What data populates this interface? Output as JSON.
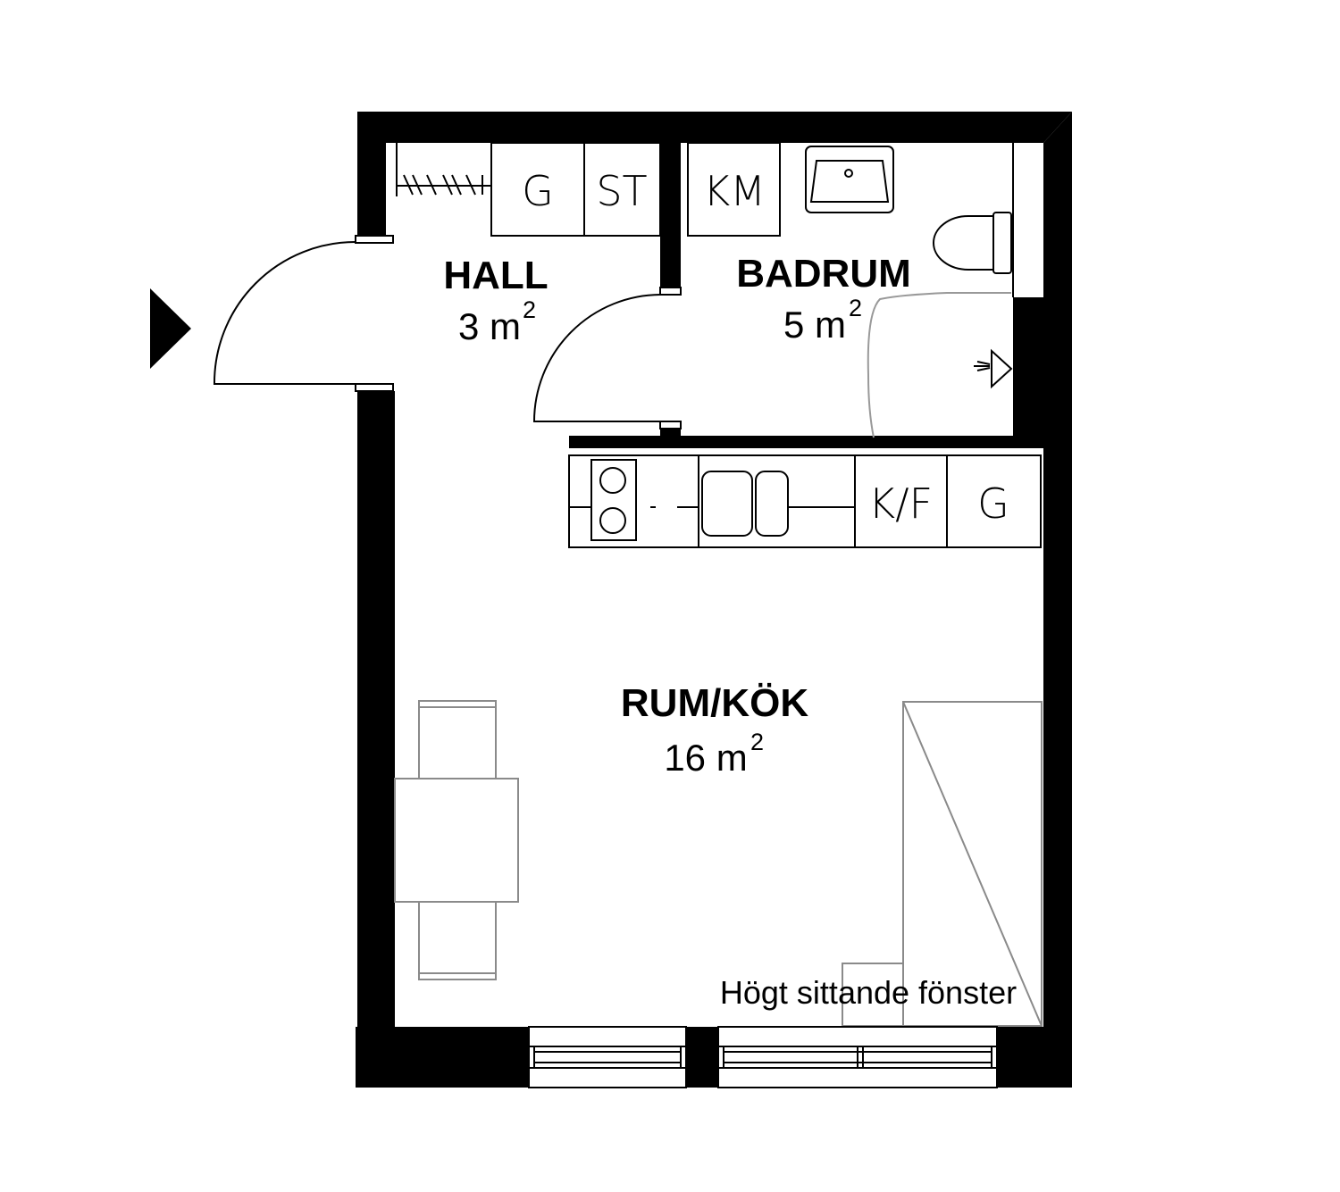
{
  "rooms": {
    "hall": {
      "name": "HALL",
      "area_value": "3 m",
      "area_unit_sup": "2"
    },
    "badrum": {
      "name": "BADRUM",
      "area_value": "5 m",
      "area_unit_sup": "2"
    },
    "rumkok": {
      "name": "RUM/KÖK",
      "area_value": "16 m",
      "area_unit_sup": "2"
    }
  },
  "cabinets": {
    "hall_g": "G",
    "hall_st": "ST",
    "bath_km": "KM",
    "kitchen_kf": "K/F",
    "kitchen_g": "G"
  },
  "annotations": {
    "window_note": "Högt sittande fönster"
  },
  "icons": {
    "entrance": "entrance-arrow-icon",
    "sink": "washbasin-icon",
    "toilet": "toilet-icon",
    "shower": "shower-icon",
    "stove": "stove-icon",
    "kitchen_sink": "kitchen-sink-icon"
  },
  "colors": {
    "wall": "#000000",
    "furniture": "#8a8a8a",
    "background": "#ffffff"
  }
}
